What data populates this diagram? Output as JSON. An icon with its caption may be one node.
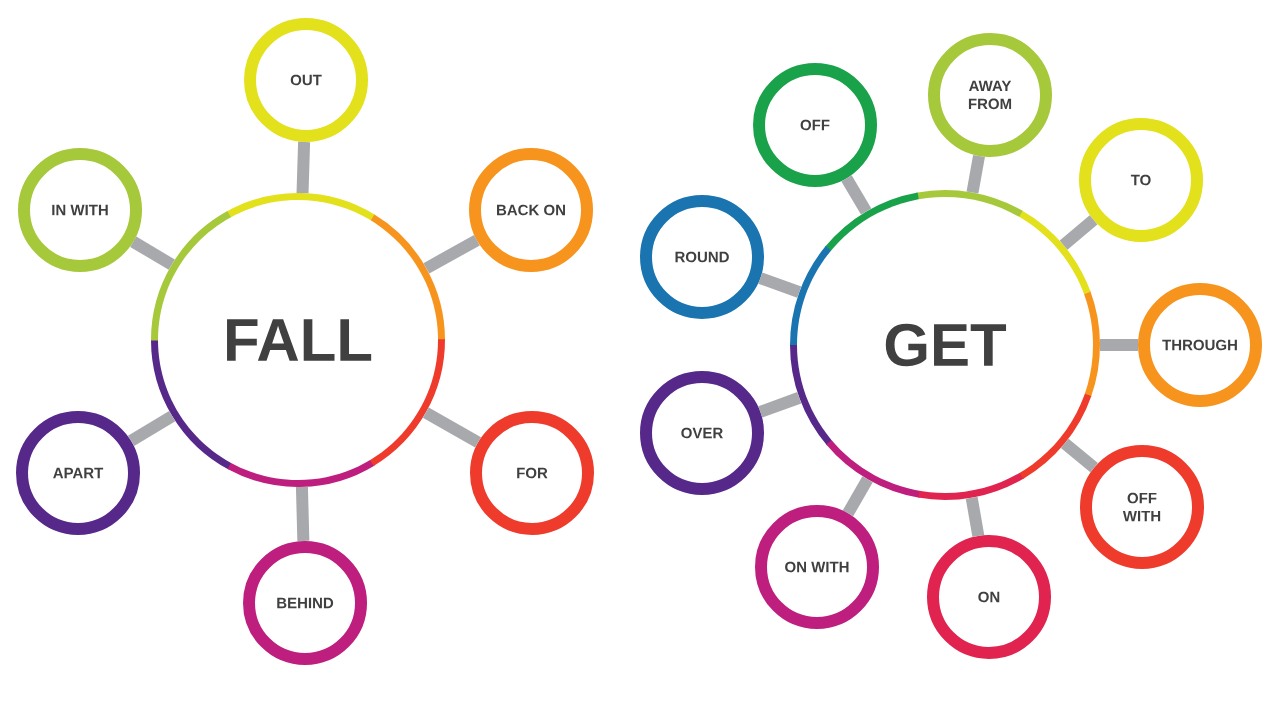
{
  "diagram": {
    "nodes": [
      {
        "text": [
          "FALL"
        ]
      },
      {
        "text": [
          "OUT"
        ]
      },
      {
        "text": [
          "BACK ON"
        ]
      },
      {
        "text": [
          "FOR"
        ]
      },
      {
        "text": [
          "BEHIND"
        ]
      },
      {
        "text": [
          "APART"
        ]
      },
      {
        "text": [
          "IN WITH"
        ]
      },
      {
        "text": [
          "GET"
        ]
      },
      {
        "text": [
          "OFF"
        ]
      },
      {
        "text": [
          "AWAY FROM"
        ]
      },
      {
        "text": [
          "TO"
        ]
      },
      {
        "text": [
          "THROUGH"
        ]
      },
      {
        "text": [
          "OFF WITH"
        ]
      },
      {
        "text": [
          "ON"
        ]
      },
      {
        "text": [
          "ON WITH"
        ]
      },
      {
        "text": [
          "OVER"
        ]
      },
      {
        "text": [
          "ROUND"
        ]
      }
    ],
    "edges": [
      {
        "from": 0,
        "to": 1,
        "arrow": "none"
      },
      {
        "from": 0,
        "to": 2,
        "arrow": "none"
      },
      {
        "from": 0,
        "to": 3,
        "arrow": "none"
      },
      {
        "from": 0,
        "to": 4,
        "arrow": "none"
      },
      {
        "from": 0,
        "to": 5,
        "arrow": "none"
      },
      {
        "from": 0,
        "to": 6,
        "arrow": "none"
      },
      {
        "from": 7,
        "to": 8,
        "arrow": "none"
      },
      {
        "from": 7,
        "to": 9,
        "arrow": "none"
      },
      {
        "from": 7,
        "to": 10,
        "arrow": "none"
      },
      {
        "from": 7,
        "to": 11,
        "arrow": "none"
      },
      {
        "from": 7,
        "to": 12,
        "arrow": "none"
      },
      {
        "from": 7,
        "to": 13,
        "arrow": "none"
      },
      {
        "from": 7,
        "to": 14,
        "arrow": "none"
      },
      {
        "from": 7,
        "to": 15,
        "arrow": "none"
      },
      {
        "from": 7,
        "to": 16,
        "arrow": "none"
      }
    ]
  }
}
